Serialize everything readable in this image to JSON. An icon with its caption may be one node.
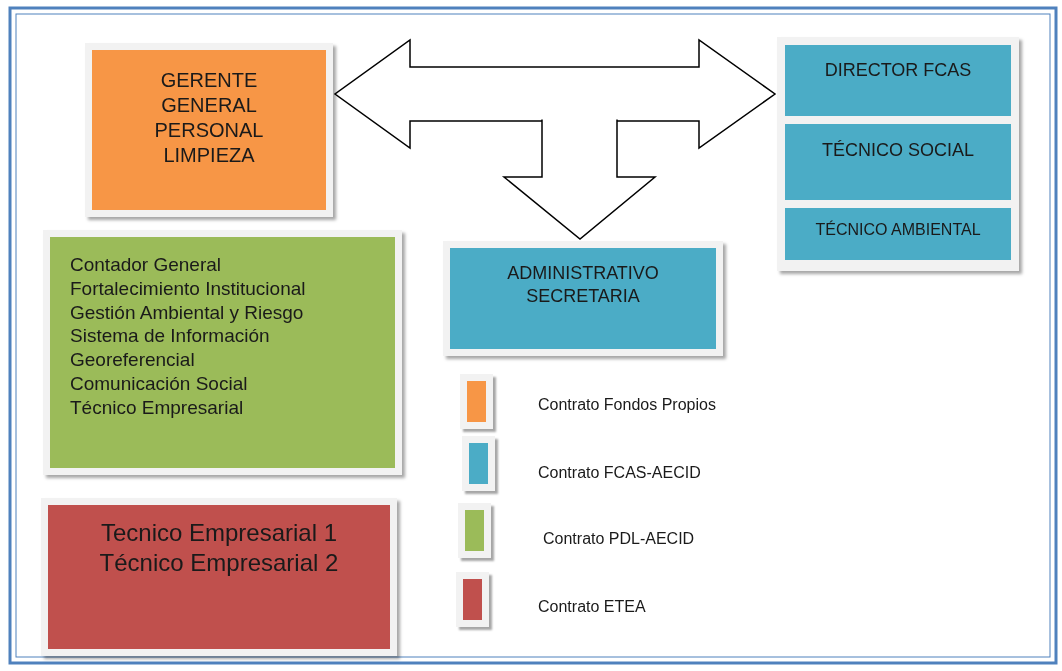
{
  "diagram": {
    "nodes": [
      {
        "text": [
          "GERENTE GENERAL PERSONAL LIMPIEZA"
        ]
      },
      {
        "text": [
          "Contador General",
          "Fortalecimiento Institucional",
          "Gestión Ambiental y Riesgo",
          "Sistema de Información Georeferencial",
          "Comunicación Social",
          "Técnico Empresarial"
        ]
      },
      {
        "text": [
          "Tecnico Empresarial 1",
          "Técnico Empresarial 2"
        ]
      },
      {
        "text": [
          "ADMINISTRATIVO SECRETARIA"
        ]
      },
      {
        "text": [],
        "shape": "box"
      },
      {
        "text": [
          "DIRECTOR FCAS"
        ],
        "in": 4
      },
      {
        "text": [
          "TÉCNICO SOCIAL"
        ],
        "in": 4
      },
      {
        "text": [
          "TÉCNICO AMBIENTAL"
        ],
        "in": 4
      }
    ],
    "edges": [
      {
        "from": 0,
        "to": 4,
        "arrow": "both"
      },
      {
        "from": null,
        "to": 3,
        "arrow": "to"
      }
    ],
    "legend": [
      {
        "text": "Contrato Fondos Propios",
        "color": "#f79646"
      },
      {
        "text": "Contrato FCAS-AECID",
        "color": "#4bacc6"
      },
      {
        "text": "Contrato PDL-AECID",
        "color": "#9bbb59"
      },
      {
        "text": "Contrato ETEA",
        "color": "#c0504d"
      }
    ]
  }
}
